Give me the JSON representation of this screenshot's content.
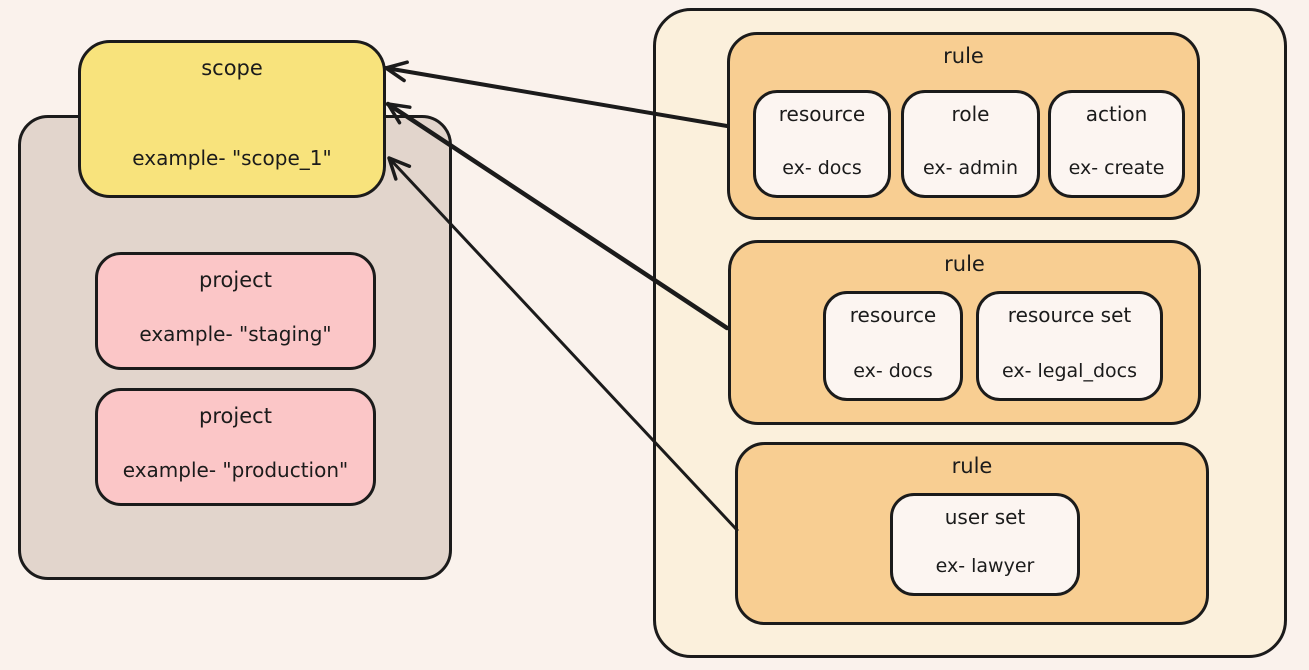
{
  "diagram": {
    "background_color": "#FAF2EC",
    "stroke_color": "#1B1B1B"
  },
  "scope_group": {
    "container_color": "#E2D5CC",
    "scope_box": {
      "color": "#F8E37C",
      "title": "scope",
      "example": "example- \"scope_1\""
    },
    "project_boxes": [
      {
        "color": "#FBC6C7",
        "title": "project",
        "example": "example- \"staging\""
      },
      {
        "color": "#FBC6C7",
        "title": "project",
        "example": "example- \"production\""
      }
    ]
  },
  "rules_group": {
    "container_color": "#FBF0DC",
    "rule_color": "#F8CE92",
    "item_color": "#FCF5F1",
    "rules": [
      {
        "title": "rule",
        "items": [
          {
            "label": "resource",
            "example": "ex- docs"
          },
          {
            "label": "role",
            "example": "ex- admin"
          },
          {
            "label": "action",
            "example": "ex- create"
          }
        ]
      },
      {
        "title": "rule",
        "items": [
          {
            "label": "resource",
            "example": "ex- docs"
          },
          {
            "label": "resource set",
            "example": "ex- legal_docs"
          }
        ]
      },
      {
        "title": "rule",
        "items": [
          {
            "label": "user set",
            "example": "ex- lawyer"
          }
        ]
      }
    ]
  },
  "arrows": [
    {
      "from": "rule-1",
      "to": "scope-box"
    },
    {
      "from": "rule-2",
      "to": "scope-box"
    },
    {
      "from": "rule-3",
      "to": "scope-box"
    }
  ]
}
